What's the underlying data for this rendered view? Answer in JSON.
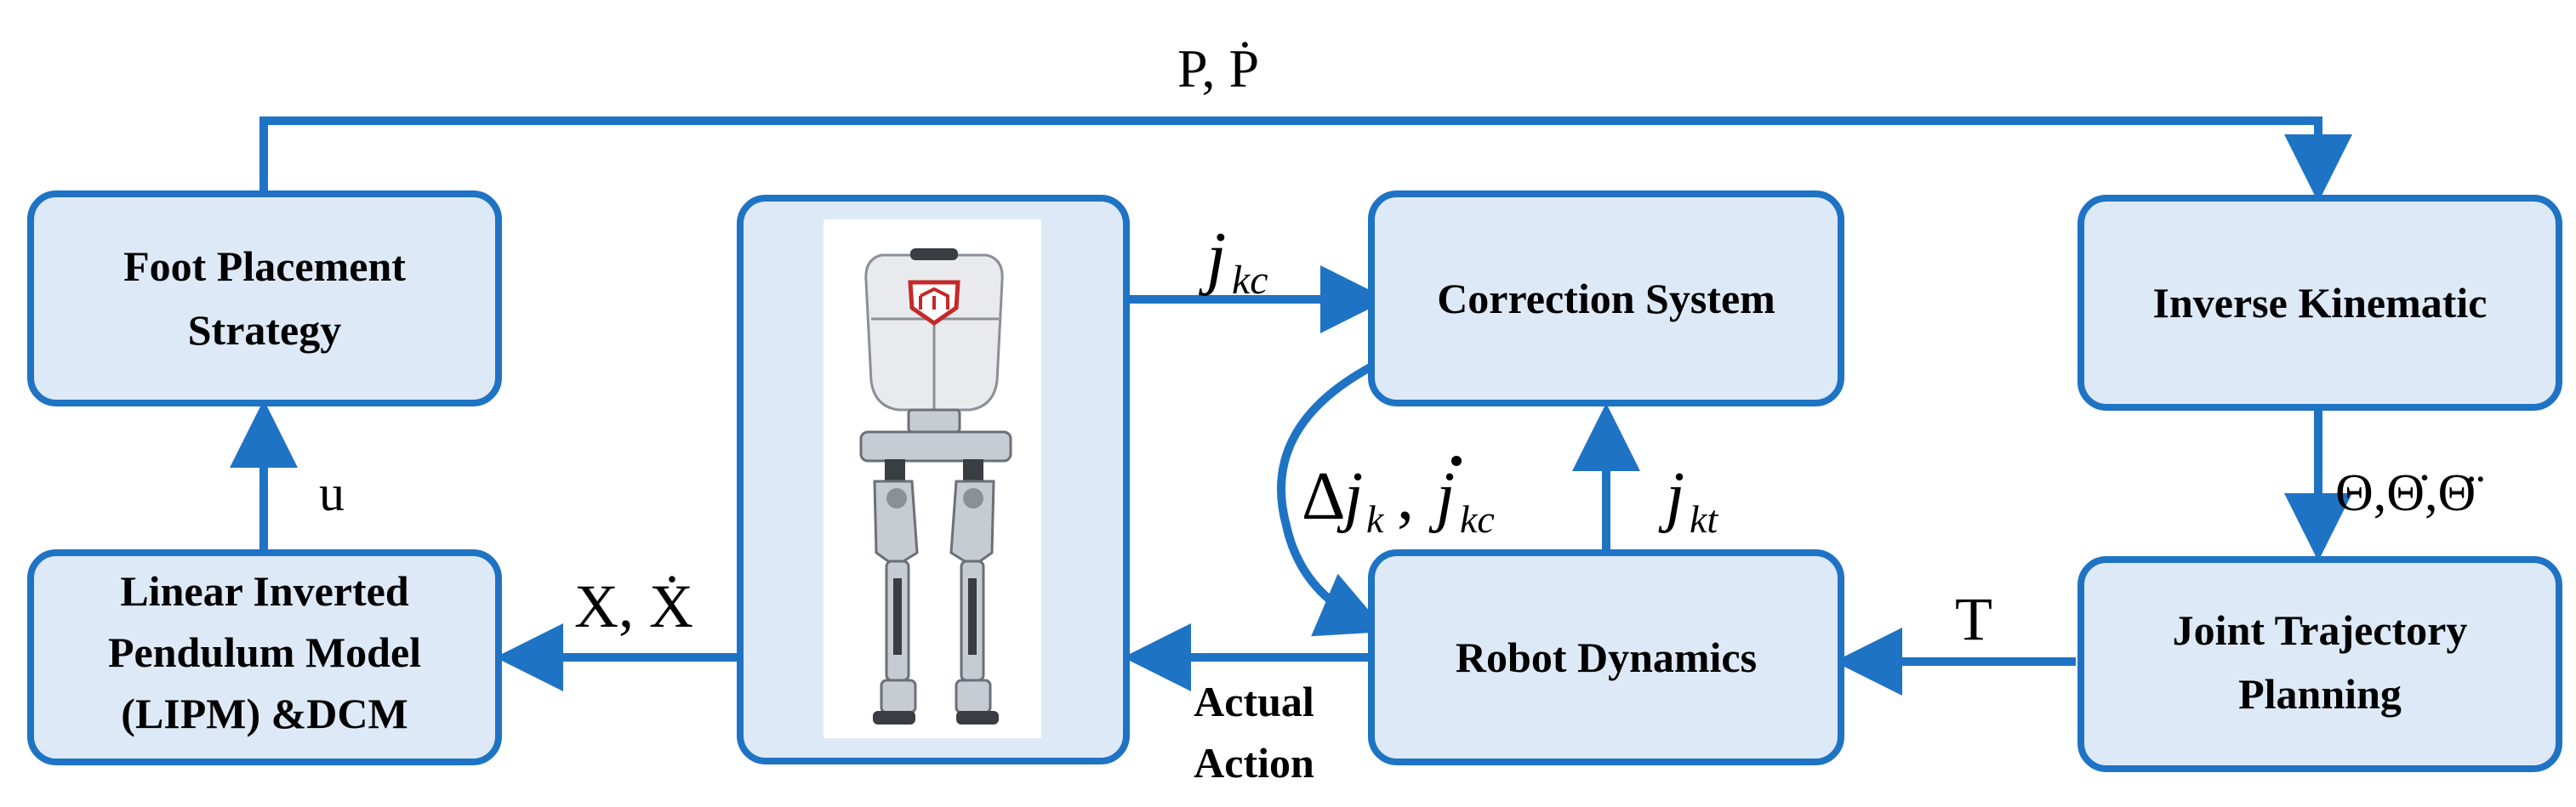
{
  "boxes": {
    "foot_placement": [
      "Foot Placement",
      "Strategy"
    ],
    "lipm": [
      "Linear Inverted",
      "Pendulum Model",
      "(LIPM) &DCM"
    ],
    "correction": [
      "Correction System"
    ],
    "robot_dynamics": [
      "Robot Dynamics"
    ],
    "inverse_kinematic": [
      "Inverse Kinematic"
    ],
    "joint_trajectory": [
      "Joint Trajectory",
      "Planning"
    ]
  },
  "labels": {
    "p_pdot": "P, Ṗ",
    "u": "u",
    "x_xdot": "X, Ẋ",
    "jkc_base": "j",
    "jkc_sub": "kc",
    "jkt_base": "j",
    "jkt_sub": "kt",
    "delta": "Δ",
    "delta_j": "j",
    "delta_j_sub": "k",
    "comma": ",",
    "jkc_dot_base": "j",
    "jkc_dot_sub": "kc",
    "theta_labels": "Θ,Θ̇,Θ̈",
    "t": "T",
    "actual_action": [
      "Actual",
      "Action"
    ]
  },
  "icons": {
    "robot_image": "biped-robot-illustration",
    "robot_logo": "shield-logo"
  },
  "colors": {
    "box_fill": "#dde9f6",
    "accent": "#1f73c4",
    "logo_red": "#c62828"
  }
}
